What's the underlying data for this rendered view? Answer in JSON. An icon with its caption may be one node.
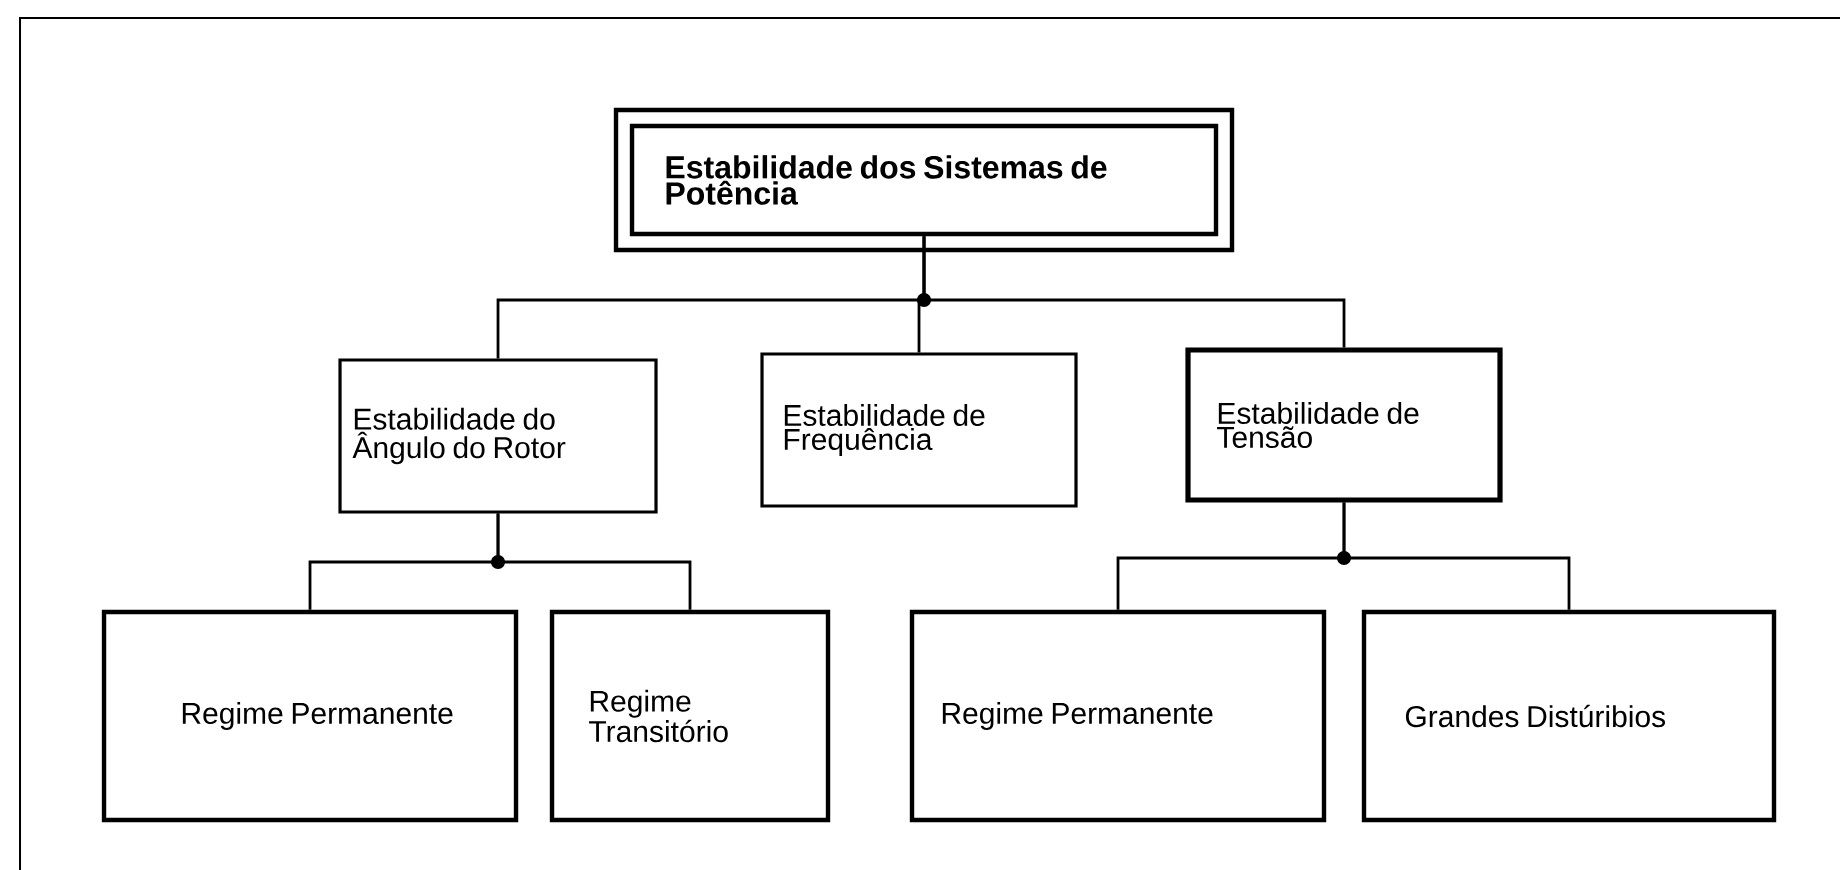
{
  "diagram": {
    "nodes": [
      {
        "text": [
          "Estabilidade dos Sistemas de Potência"
        ]
      },
      {
        "text": [
          "Estabilidade do Ângulo do Rotor"
        ]
      },
      {
        "text": [
          "Estabilidade de Frequência"
        ]
      },
      {
        "text": [
          "Estabilidade de Tensão"
        ]
      },
      {
        "text": [
          "Regime Permanente"
        ]
      },
      {
        "text": [
          "Regime Transitório"
        ]
      },
      {
        "text": [
          "Regime Permanente"
        ]
      },
      {
        "text": [
          "Grandes Distúribios"
        ]
      }
    ],
    "edges": [
      {
        "from": 0,
        "to": 1,
        "arrow": "none"
      },
      {
        "from": 0,
        "to": 2,
        "arrow": "none"
      },
      {
        "from": 0,
        "to": 3,
        "arrow": "none"
      },
      {
        "from": 1,
        "to": 4,
        "arrow": "none"
      },
      {
        "from": 1,
        "to": 5,
        "arrow": "none"
      },
      {
        "from": 3,
        "to": 6,
        "arrow": "none"
      },
      {
        "from": 3,
        "to": 7,
        "arrow": "none"
      }
    ]
  }
}
